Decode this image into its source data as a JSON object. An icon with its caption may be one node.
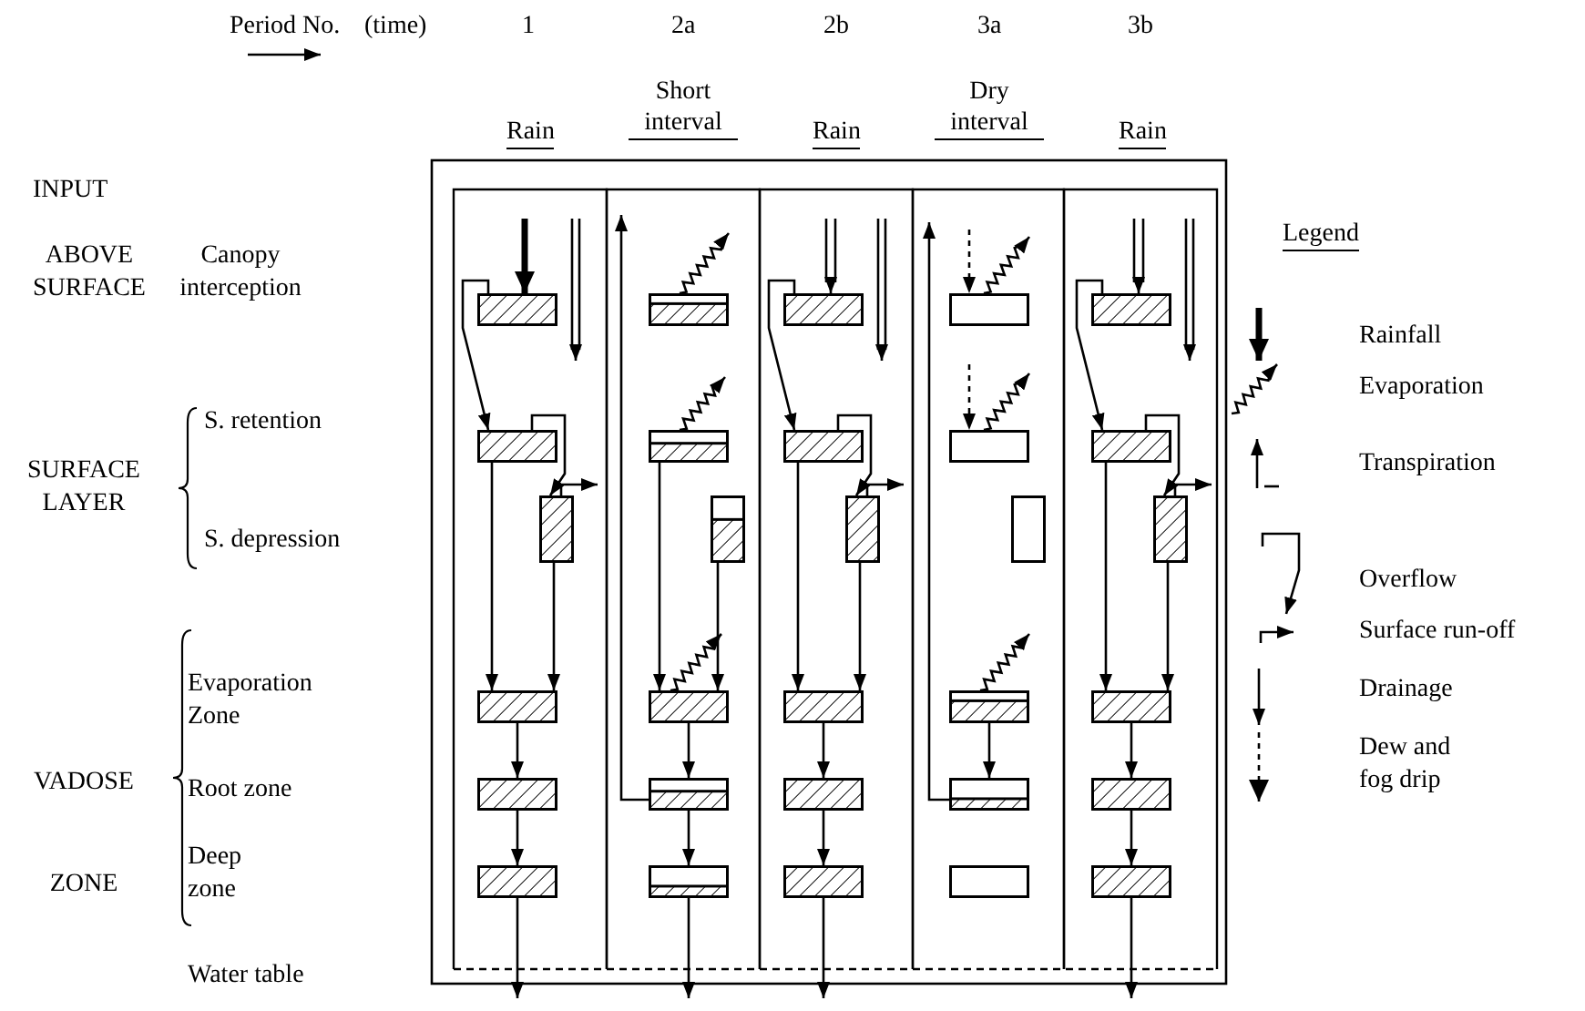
{
  "diagram": {
    "nodes": [
      {
        "text": [],
        "shape": "box"
      },
      {
        "text": [],
        "shape": "box"
      },
      {
        "text": [],
        "shape": "box"
      },
      {
        "text": [],
        "shape": "box"
      },
      {
        "text": [],
        "shape": "box"
      },
      {
        "text": [],
        "shape": "box"
      },
      {
        "text": [],
        "shape": "box"
      },
      {
        "text": [],
        "shape": "box"
      },
      {
        "text": [],
        "shape": "box"
      },
      {
        "text": [],
        "shape": "box"
      },
      {
        "text": [],
        "shape": "box"
      },
      {
        "text": [],
        "shape": "box"
      },
      {
        "text": [],
        "shape": "box"
      },
      {
        "text": [],
        "shape": "box"
      },
      {
        "text": [],
        "shape": "box"
      },
      {
        "text": [],
        "shape": "box"
      },
      {
        "text": [],
        "shape": "box"
      },
      {
        "text": [],
        "shape": "box"
      },
      {
        "text": [],
        "shape": "box"
      },
      {
        "text": [],
        "shape": "box"
      },
      {
        "text": [],
        "shape": "box"
      },
      {
        "text": [],
        "shape": "box"
      },
      {
        "text": [],
        "shape": "box"
      },
      {
        "text": [],
        "shape": "box"
      },
      {
        "text": [],
        "shape": "box"
      },
      {
        "text": [],
        "shape": "box"
      },
      {
        "text": [],
        "shape": "box"
      },
      {
        "text": [],
        "shape": "box"
      },
      {
        "text": [],
        "shape": "box"
      },
      {
        "text": [],
        "shape": "box"
      }
    ],
    "edges": [
      {
        "from": null,
        "to": 0,
        "arrow": "to",
        "style": "thick"
      },
      {
        "from": 0,
        "to": 1,
        "arrow": "to"
      },
      {
        "from": 1,
        "to": 2,
        "arrow": "to"
      },
      {
        "from": 2,
        "to": null,
        "arrow": "to"
      },
      {
        "from": 1,
        "to": 3,
        "arrow": "to"
      },
      {
        "from": 2,
        "to": 3,
        "arrow": "to"
      },
      {
        "from": 3,
        "to": 4,
        "arrow": "to"
      },
      {
        "from": 4,
        "to": 5,
        "arrow": "to"
      },
      {
        "from": 5,
        "to": null,
        "arrow": "to"
      },
      {
        "from": 10,
        "to": null,
        "arrow": "to"
      },
      {
        "from": 6,
        "to": null,
        "arrow": "to"
      },
      {
        "from": 7,
        "to": null,
        "arrow": "to"
      },
      {
        "from": 9,
        "to": null,
        "arrow": "to"
      },
      {
        "from": 7,
        "to": 9,
        "arrow": "to"
      },
      {
        "from": 8,
        "to": 9,
        "arrow": "to"
      },
      {
        "from": 9,
        "to": 10,
        "arrow": "to"
      },
      {
        "from": 10,
        "to": 11,
        "arrow": "to"
      },
      {
        "from": 11,
        "to": null,
        "arrow": "to"
      },
      {
        "from": null,
        "to": 12,
        "arrow": "to"
      },
      {
        "from": 12,
        "to": 13,
        "arrow": "to"
      },
      {
        "from": 13,
        "to": 14,
        "arrow": "to"
      },
      {
        "from": 14,
        "to": null,
        "arrow": "to"
      },
      {
        "from": 13,
        "to": 15,
        "arrow": "to"
      },
      {
        "from": 14,
        "to": 15,
        "arrow": "to"
      },
      {
        "from": 15,
        "to": 16,
        "arrow": "to"
      },
      {
        "from": 16,
        "to": 17,
        "arrow": "to"
      },
      {
        "from": 17,
        "to": null,
        "arrow": "to"
      },
      {
        "from": null,
        "to": 18,
        "arrow": "to",
        "style": "dashed"
      },
      {
        "from": 18,
        "to": null,
        "arrow": "to"
      },
      {
        "from": null,
        "to": 19,
        "arrow": "to",
        "style": "dashed"
      },
      {
        "from": 19,
        "to": null,
        "arrow": "to"
      },
      {
        "from": 21,
        "to": null,
        "arrow": "to"
      },
      {
        "from": 22,
        "to": null,
        "arrow": "to"
      },
      {
        "from": 21,
        "to": 22,
        "arrow": "to"
      },
      {
        "from": null,
        "to": 24,
        "arrow": "to"
      },
      {
        "from": 24,
        "to": 25,
        "arrow": "to"
      },
      {
        "from": 25,
        "to": 26,
        "arrow": "to"
      },
      {
        "from": 26,
        "to": null,
        "arrow": "to"
      },
      {
        "from": 25,
        "to": 27,
        "arrow": "to"
      },
      {
        "from": 26,
        "to": 27,
        "arrow": "to"
      },
      {
        "from": 27,
        "to": 28,
        "arrow": "to"
      },
      {
        "from": 28,
        "to": 29,
        "arrow": "to"
      },
      {
        "from": 29,
        "to": null,
        "arrow": "to"
      }
    ],
    "labels": [
      "Period No.",
      "(time)",
      "1",
      "2a",
      "2b",
      "3a",
      "3b",
      "Rain",
      "Short interval",
      "Rain",
      "Dry interval",
      "Rain",
      "INPUT",
      "ABOVE SURFACE",
      "Canopy interception",
      "SURFACE LAYER",
      "S. retention",
      "S. depression",
      "VADOSE ZONE",
      "Evaporation Zone",
      "Root zone",
      "Deep zone",
      "Water table",
      "Legend"
    ],
    "legend": [
      {
        "text": "Rainfall"
      },
      {
        "text": "Evaporation"
      },
      {
        "text": "Transpiration"
      },
      {
        "text": "Overflow"
      },
      {
        "text": "Surface run-off"
      },
      {
        "text": "Drainage"
      },
      {
        "text": "Dew and fog drip"
      }
    ]
  }
}
